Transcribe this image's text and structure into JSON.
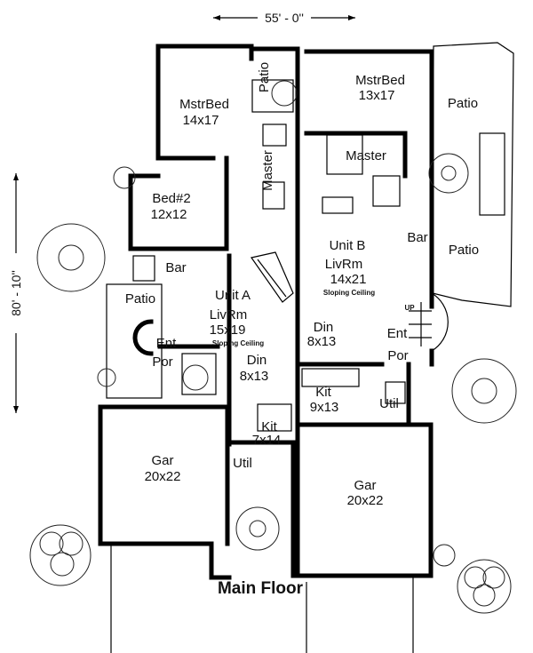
{
  "dimensions": {
    "width_label": "55' - 0''",
    "depth_label": "80' - 10''"
  },
  "plan_title": "Main Floor",
  "units": {
    "a": "Unit A",
    "b": "Unit B"
  },
  "rooms": {
    "a_mstrbed": {
      "name": "MstrBed",
      "size": "14x17"
    },
    "a_bed2": {
      "name": "Bed#2",
      "size": "12x12"
    },
    "a_patio_top": {
      "name": "Patio"
    },
    "a_master_bath": {
      "name": "Master"
    },
    "a_bar": {
      "name": "Bar"
    },
    "a_patio": {
      "name": "Patio"
    },
    "a_livrm": {
      "name": "LivRm",
      "size": "15x19",
      "note": "Sloping Ceiling"
    },
    "a_ent": {
      "name": "Ent"
    },
    "a_por": {
      "name": "Por"
    },
    "a_din": {
      "name": "Din",
      "size": "8x13"
    },
    "a_kit": {
      "name": "Kit",
      "size": "7x14"
    },
    "a_util": {
      "name": "Util"
    },
    "a_gar": {
      "name": "Gar",
      "size": "20x22"
    },
    "b_mstrbed": {
      "name": "MstrBed",
      "size": "13x17"
    },
    "b_patio_top": {
      "name": "Patio"
    },
    "b_master_bath": {
      "name": "Master"
    },
    "b_bar": {
      "name": "Bar"
    },
    "b_patio": {
      "name": "Patio"
    },
    "b_livrm": {
      "name": "LivRm",
      "size": "14x21",
      "note": "Sloping Ceiling"
    },
    "b_up": {
      "name": "UP"
    },
    "b_din": {
      "name": "Din",
      "size": "8x13"
    },
    "b_ent": {
      "name": "Ent"
    },
    "b_por": {
      "name": "Por"
    },
    "b_kit": {
      "name": "Kit",
      "size": "9x13"
    },
    "b_util": {
      "name": "Util"
    },
    "b_gar": {
      "name": "Gar",
      "size": "20x22"
    }
  }
}
